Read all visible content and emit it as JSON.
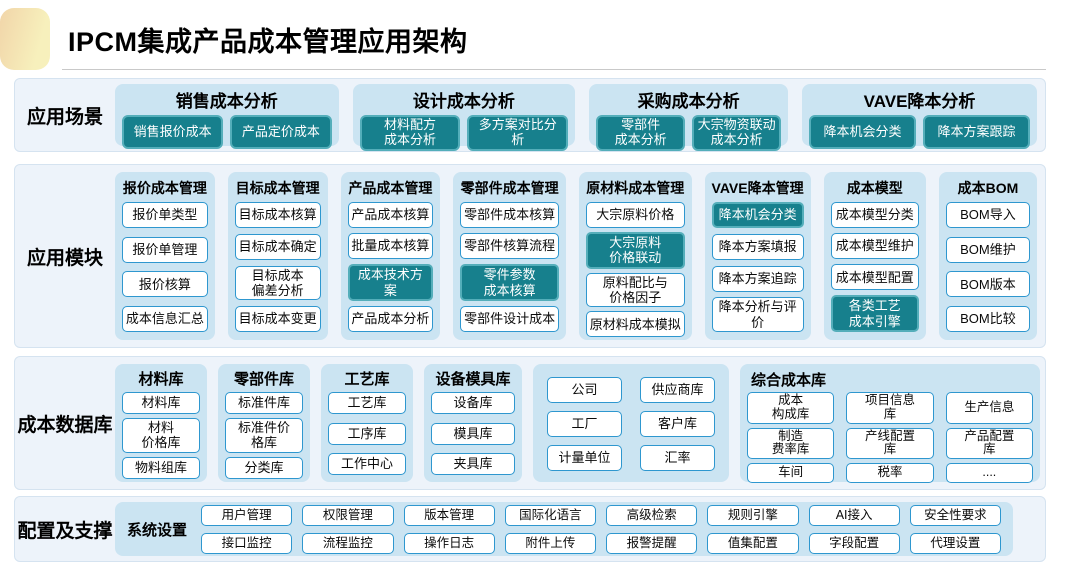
{
  "title": "IPCM集成产品成本管理应用架构",
  "colors": {
    "teal_fill": "#17808D",
    "teal_border": "#54AEBA",
    "chip_border": "#2E97CF",
    "group_bg": "#CBE4F2",
    "band_bg": "#EDF3FA",
    "accent_from": "#F1D5A9",
    "accent_to": "#F7F0BC"
  },
  "scenarios": {
    "label": "应用场景",
    "groups": [
      {
        "title": "销售成本分析",
        "items": [
          "销售报价成本",
          "产品定价成本"
        ]
      },
      {
        "title": "设计成本分析",
        "items": [
          "材料配方\n成本分析",
          "多方案对比分析"
        ]
      },
      {
        "title": "采购成本分析",
        "items": [
          "零部件\n成本分析",
          "大宗物资联动\n成本分析"
        ]
      },
      {
        "title": "VAVE降本分析",
        "items": [
          "降本机会分类",
          "降本方案跟踪"
        ]
      }
    ]
  },
  "modules": {
    "label": "应用模块",
    "columns": [
      {
        "title": "报价成本管理",
        "items": [
          "报价单类型",
          "报价单管理",
          "报价核算",
          "成本信息汇总"
        ]
      },
      {
        "title": "目标成本管理",
        "items": [
          "目标成本核算",
          "目标成本确定",
          "目标成本\n偏差分析",
          "目标成本变更"
        ]
      },
      {
        "title": "产品成本管理",
        "items": [
          "产品成本核算",
          "批量成本核算",
          "成本技术方案",
          "产品成本分析"
        ]
      },
      {
        "title": "零部件成本管理",
        "items": [
          "零部件成本核算",
          "零部件核算流程",
          "零件参数\n成本核算",
          "零部件设计成本"
        ]
      },
      {
        "title": "原材料成本管理",
        "items": [
          "大宗原料价格",
          "大宗原料\n价格联动",
          "原料配比与\n价格因子",
          "原材料成本模拟"
        ]
      },
      {
        "title": "VAVE降本管理",
        "items": [
          "降本机会分类",
          "降本方案填报",
          "降本方案追踪",
          "降本分析与评\n价"
        ]
      },
      {
        "title": "成本模型",
        "items": [
          "成本模型分类",
          "成本模型维护",
          "成本模型配置",
          "各类工艺\n成本引擎"
        ]
      },
      {
        "title": "成本BOM",
        "items": [
          "BOM导入",
          "BOM维护",
          "BOM版本",
          "BOM比较"
        ]
      }
    ]
  },
  "database": {
    "label": "成本数据库",
    "groups": [
      {
        "title": "材料库",
        "items": [
          "材料库",
          "材料\n价格库",
          "物料组库"
        ]
      },
      {
        "title": "零部件库",
        "items": [
          "标准件库",
          "标准件价\n格库",
          "分类库"
        ]
      },
      {
        "title": "工艺库",
        "items": [
          "工艺库",
          "工序库",
          "工作中心"
        ]
      },
      {
        "title": "设备模具库",
        "items": [
          "设备库",
          "模具库",
          "夹具库"
        ]
      }
    ],
    "shared": {
      "col1": [
        "公司",
        "工厂",
        "计量单位"
      ],
      "col2": [
        "供应商库",
        "客户库",
        "汇率"
      ]
    },
    "comprehensive": {
      "title": "综合成本库",
      "cells": [
        "成本\n构成库",
        "项目信息\n库",
        "生产信息",
        "制造\n费率库",
        "产线配置\n库",
        "产品配置\n库",
        "车间",
        "税率",
        "...."
      ]
    }
  },
  "support": {
    "label": "配置及支撑",
    "inner_label": "系统设置",
    "row1": [
      "用户管理",
      "权限管理",
      "版本管理",
      "国际化语言",
      "高级检索",
      "规则引擎",
      "AI接入",
      "安全性要求"
    ],
    "row2": [
      "接口监控",
      "流程监控",
      "操作日志",
      "附件上传",
      "报警提醒",
      "值集配置",
      "字段配置",
      "代理设置"
    ]
  }
}
